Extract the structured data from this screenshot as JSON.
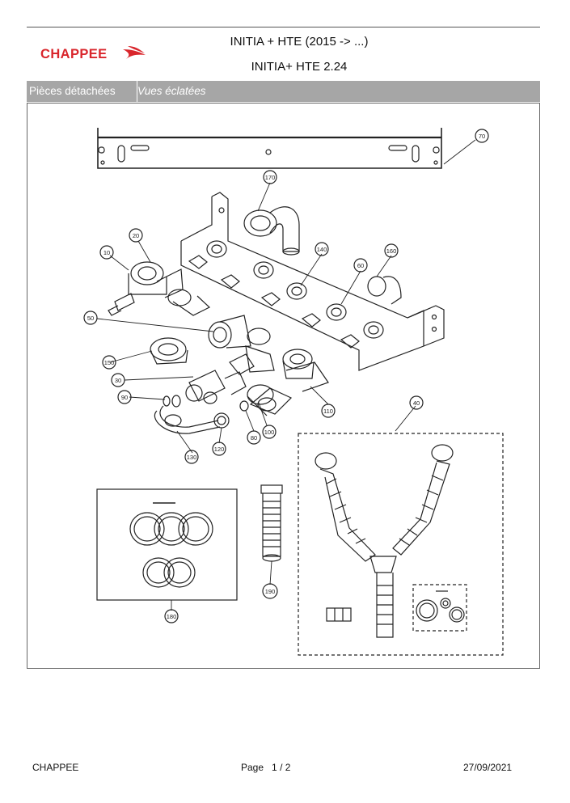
{
  "header": {
    "brand": "CHAPPEE",
    "title_line1": "INITIA + HTE (2015 -> ...)",
    "title_line2": "INITIA+ HTE 2.24"
  },
  "breadcrumb": {
    "item1": "Pièces détachées",
    "item2": "Vues éclatées"
  },
  "diagram": {
    "part_labels": {
      "p70": "70",
      "p170": "170",
      "p140": "140",
      "p60": "60",
      "p160": "160",
      "p20": "20",
      "p10": "10",
      "p50": "50",
      "p150": "150",
      "p30": "30",
      "p90": "90",
      "p100": "100",
      "p80": "80",
      "p120": "120",
      "p130": "130",
      "p110": "110",
      "p40": "40",
      "p190": "190",
      "p180": "180"
    }
  },
  "footer": {
    "brand": "CHAPPEE",
    "page_label": "Page",
    "page_current": "1",
    "page_sep": "/",
    "page_total": "2",
    "date": "27/09/2021"
  },
  "colors": {
    "brand_red": "#d9262c",
    "breadcrumb_bg": "#a6a6a6"
  }
}
